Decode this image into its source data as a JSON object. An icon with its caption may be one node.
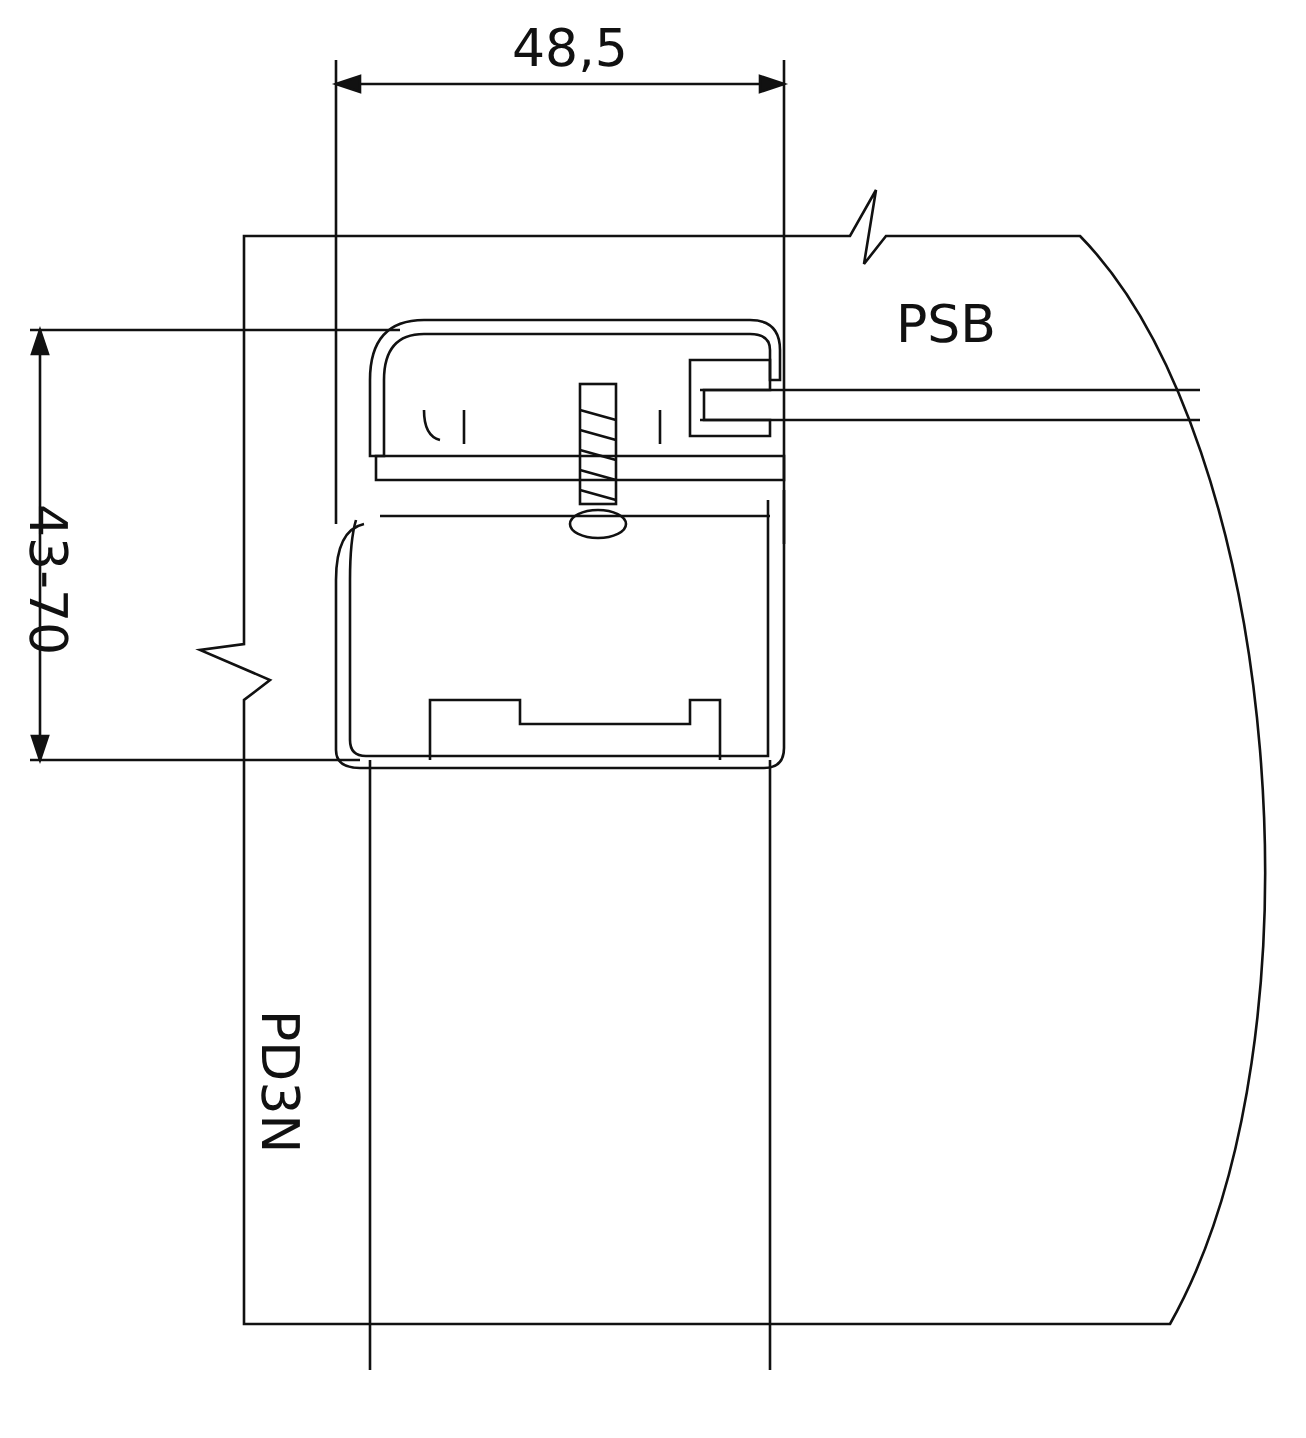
{
  "diagram": {
    "labels": [
      "48,5",
      "43-70",
      "PSB",
      "PD3N"
    ]
  }
}
